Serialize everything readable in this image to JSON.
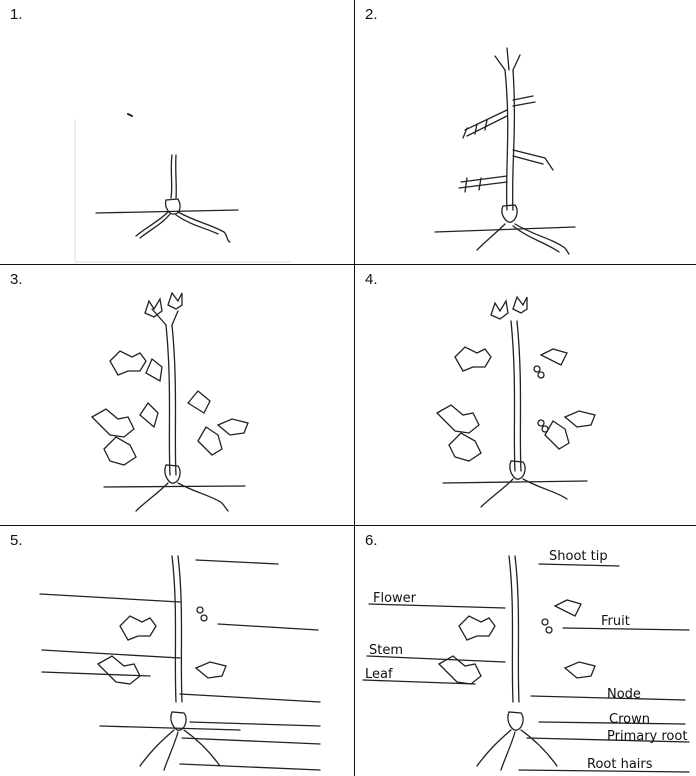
{
  "panels": [
    {
      "number": "1."
    },
    {
      "number": "2."
    },
    {
      "number": "3."
    },
    {
      "number": "4."
    },
    {
      "number": "5."
    },
    {
      "number": "6."
    }
  ],
  "labels": {
    "shoot_tip": "Shoot tip",
    "flower": "Flower",
    "fruit": "Fruit",
    "stem": "Stem",
    "leaf": "Leaf",
    "node": "Node",
    "crown": "Crown",
    "primary_root": "Primary root",
    "root_hairs": "Root hairs"
  }
}
